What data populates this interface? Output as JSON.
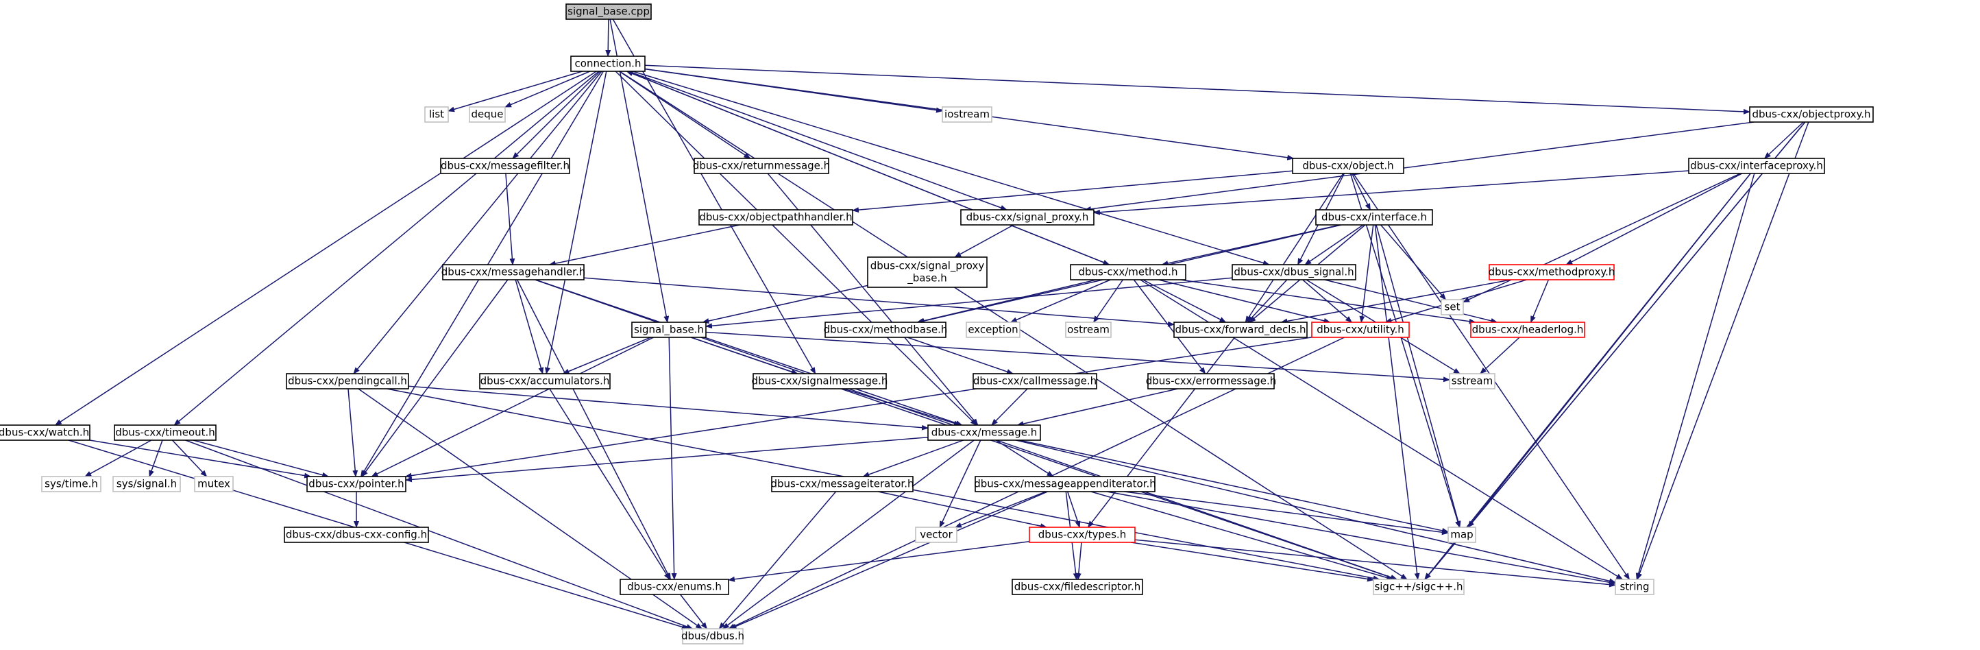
{
  "colors": {
    "edge": "#191970",
    "box_default": "#000000",
    "box_truncated": "#ff0000",
    "box_external": "#bfbfbf",
    "root_fill": "#bfbfbf",
    "text": "#000000"
  },
  "nodes": [
    {
      "id": "signal_base_cpp",
      "label": "signal_base.cpp",
      "kind": "root"
    },
    {
      "id": "connection_h",
      "label": "connection.h",
      "kind": "normal"
    },
    {
      "id": "list",
      "label": "list",
      "kind": "external"
    },
    {
      "id": "deque",
      "label": "deque",
      "kind": "external"
    },
    {
      "id": "iostream",
      "label": "iostream",
      "kind": "external"
    },
    {
      "id": "objectproxy_h",
      "label": "dbus-cxx/objectproxy.h",
      "kind": "normal"
    },
    {
      "id": "messagefilter_h",
      "label": "dbus-cxx/messagefilter.h",
      "kind": "normal"
    },
    {
      "id": "returnmessage_h",
      "label": "dbus-cxx/returnmessage.h",
      "kind": "normal"
    },
    {
      "id": "object_h",
      "label": "dbus-cxx/object.h",
      "kind": "normal"
    },
    {
      "id": "interfaceproxy_h",
      "label": "dbus-cxx/interfaceproxy.h",
      "kind": "normal"
    },
    {
      "id": "objectpathhandler_h",
      "label": "dbus-cxx/objectpathhandler.h",
      "kind": "normal"
    },
    {
      "id": "signal_proxy_h",
      "label": "dbus-cxx/signal_proxy.h",
      "kind": "normal"
    },
    {
      "id": "interface_h",
      "label": "dbus-cxx/interface.h",
      "kind": "normal"
    },
    {
      "id": "signal_proxy_base_h",
      "label": "dbus-cxx/signal_proxy\n_base.h",
      "kind": "normal"
    },
    {
      "id": "messagehandler_h",
      "label": "dbus-cxx/messagehandler.h",
      "kind": "normal"
    },
    {
      "id": "method_h",
      "label": "dbus-cxx/method.h",
      "kind": "normal"
    },
    {
      "id": "dbus_signal_h",
      "label": "dbus-cxx/dbus_signal.h",
      "kind": "normal"
    },
    {
      "id": "set",
      "label": "set",
      "kind": "external"
    },
    {
      "id": "methodproxy_h",
      "label": "dbus-cxx/methodproxy.h",
      "kind": "truncated"
    },
    {
      "id": "signal_base_h",
      "label": "signal_base.h",
      "kind": "normal"
    },
    {
      "id": "methodbase_h",
      "label": "dbus-cxx/methodbase.h",
      "kind": "normal"
    },
    {
      "id": "exception",
      "label": "exception",
      "kind": "external"
    },
    {
      "id": "ostream",
      "label": "ostream",
      "kind": "external"
    },
    {
      "id": "forward_decls_h",
      "label": "dbus-cxx/forward_decls.h",
      "kind": "normal"
    },
    {
      "id": "utility_h",
      "label": "dbus-cxx/utility.h",
      "kind": "truncated"
    },
    {
      "id": "headerlog_h",
      "label": "dbus-cxx/headerlog.h",
      "kind": "truncated"
    },
    {
      "id": "pendingcall_h",
      "label": "dbus-cxx/pendingcall.h",
      "kind": "normal"
    },
    {
      "id": "accumulators_h",
      "label": "dbus-cxx/accumulators.h",
      "kind": "normal"
    },
    {
      "id": "signalmessage_h",
      "label": "dbus-cxx/signalmessage.h",
      "kind": "normal"
    },
    {
      "id": "callmessage_h",
      "label": "dbus-cxx/callmessage.h",
      "kind": "normal"
    },
    {
      "id": "errormessage_h",
      "label": "dbus-cxx/errormessage.h",
      "kind": "normal"
    },
    {
      "id": "sstream",
      "label": "sstream",
      "kind": "external"
    },
    {
      "id": "watch_h",
      "label": "dbus-cxx/watch.h",
      "kind": "normal"
    },
    {
      "id": "timeout_h",
      "label": "dbus-cxx/timeout.h",
      "kind": "normal"
    },
    {
      "id": "message_h",
      "label": "dbus-cxx/message.h",
      "kind": "normal"
    },
    {
      "id": "sys_time_h",
      "label": "sys/time.h",
      "kind": "external"
    },
    {
      "id": "sys_signal_h",
      "label": "sys/signal.h",
      "kind": "external"
    },
    {
      "id": "mutex",
      "label": "mutex",
      "kind": "external"
    },
    {
      "id": "pointer_h",
      "label": "dbus-cxx/pointer.h",
      "kind": "normal"
    },
    {
      "id": "messageiterator_h",
      "label": "dbus-cxx/messageiterator.h",
      "kind": "normal"
    },
    {
      "id": "messageappenditerator_h",
      "label": "dbus-cxx/messageappenditerator.h",
      "kind": "normal"
    },
    {
      "id": "map",
      "label": "map",
      "kind": "external"
    },
    {
      "id": "dbus_cxx_config_h",
      "label": "dbus-cxx/dbus-cxx-config.h",
      "kind": "normal"
    },
    {
      "id": "vector",
      "label": "vector",
      "kind": "external"
    },
    {
      "id": "types_h",
      "label": "dbus-cxx/types.h",
      "kind": "truncated"
    },
    {
      "id": "enums_h",
      "label": "dbus-cxx/enums.h",
      "kind": "normal"
    },
    {
      "id": "filedescriptor_h",
      "label": "dbus-cxx/filedescriptor.h",
      "kind": "normal"
    },
    {
      "id": "sigc_h",
      "label": "sigc++/sigc++.h",
      "kind": "external"
    },
    {
      "id": "string",
      "label": "string",
      "kind": "external"
    },
    {
      "id": "dbus_h",
      "label": "dbus/dbus.h",
      "kind": "external"
    }
  ],
  "edges": [
    [
      "signal_base_cpp",
      "connection_h"
    ],
    [
      "signal_base_cpp",
      "signal_base_h"
    ],
    [
      "signal_base_cpp",
      "signalmessage_h"
    ],
    [
      "connection_h",
      "list"
    ],
    [
      "connection_h",
      "deque"
    ],
    [
      "connection_h",
      "iostream"
    ],
    [
      "connection_h",
      "objectproxy_h"
    ],
    [
      "connection_h",
      "messagefilter_h"
    ],
    [
      "connection_h",
      "returnmessage_h"
    ],
    [
      "connection_h",
      "object_h"
    ],
    [
      "connection_h",
      "signal_proxy_h"
    ],
    [
      "connection_h",
      "method_h"
    ],
    [
      "connection_h",
      "dbus_signal_h"
    ],
    [
      "connection_h",
      "accumulators_h"
    ],
    [
      "connection_h",
      "pendingcall_h"
    ],
    [
      "connection_h",
      "watch_h"
    ],
    [
      "connection_h",
      "timeout_h"
    ],
    [
      "connection_h",
      "message_h"
    ],
    [
      "connection_h",
      "pointer_h"
    ],
    [
      "connection_h",
      "sigc_h"
    ],
    [
      "objectproxy_h",
      "interfaceproxy_h"
    ],
    [
      "objectproxy_h",
      "signal_proxy_h"
    ],
    [
      "objectproxy_h",
      "map"
    ],
    [
      "objectproxy_h",
      "sigc_h"
    ],
    [
      "objectproxy_h",
      "string"
    ],
    [
      "messagefilter_h",
      "messagehandler_h"
    ],
    [
      "returnmessage_h",
      "message_h"
    ],
    [
      "object_h",
      "objectpathhandler_h"
    ],
    [
      "object_h",
      "interface_h"
    ],
    [
      "object_h",
      "dbus_signal_h"
    ],
    [
      "object_h",
      "forward_decls_h"
    ],
    [
      "object_h",
      "map"
    ],
    [
      "object_h",
      "string"
    ],
    [
      "interfaceproxy_h",
      "signal_proxy_h"
    ],
    [
      "interfaceproxy_h",
      "methodproxy_h"
    ],
    [
      "interfaceproxy_h",
      "set"
    ],
    [
      "interfaceproxy_h",
      "map"
    ],
    [
      "interfaceproxy_h",
      "sigc_h"
    ],
    [
      "interfaceproxy_h",
      "string"
    ],
    [
      "objectpathhandler_h",
      "messagehandler_h"
    ],
    [
      "signal_proxy_h",
      "signal_proxy_base_h"
    ],
    [
      "interface_h",
      "method_h"
    ],
    [
      "interface_h",
      "dbus_signal_h"
    ],
    [
      "interface_h",
      "methodbase_h"
    ],
    [
      "interface_h",
      "set"
    ],
    [
      "interface_h",
      "forward_decls_h"
    ],
    [
      "interface_h",
      "utility_h"
    ],
    [
      "interface_h",
      "map"
    ],
    [
      "interface_h",
      "sigc_h"
    ],
    [
      "signal_proxy_base_h",
      "signal_base_h"
    ],
    [
      "messagehandler_h",
      "forward_decls_h"
    ],
    [
      "messagehandler_h",
      "accumulators_h"
    ],
    [
      "messagehandler_h",
      "enums_h"
    ],
    [
      "messagehandler_h",
      "pointer_h"
    ],
    [
      "messagehandler_h",
      "message_h"
    ],
    [
      "messagehandler_h",
      "sigc_h"
    ],
    [
      "method_h",
      "connection_h"
    ],
    [
      "method_h",
      "methodbase_h"
    ],
    [
      "method_h",
      "exception"
    ],
    [
      "method_h",
      "ostream"
    ],
    [
      "method_h",
      "forward_decls_h"
    ],
    [
      "method_h",
      "utility_h"
    ],
    [
      "method_h",
      "headerlog_h"
    ],
    [
      "method_h",
      "errormessage_h"
    ],
    [
      "method_h",
      "string"
    ],
    [
      "dbus_signal_h",
      "signal_base_h"
    ],
    [
      "dbus_signal_h",
      "forward_decls_h"
    ],
    [
      "dbus_signal_h",
      "utility_h"
    ],
    [
      "dbus_signal_h",
      "headerlog_h"
    ],
    [
      "dbus_signal_h",
      "sstream"
    ],
    [
      "methodproxy_h",
      "forward_decls_h"
    ],
    [
      "methodproxy_h",
      "utility_h"
    ],
    [
      "methodproxy_h",
      "headerlog_h"
    ],
    [
      "signal_base_h",
      "accumulators_h"
    ],
    [
      "signal_base_h",
      "signalmessage_h"
    ],
    [
      "signal_base_h",
      "enums_h"
    ],
    [
      "signal_base_h",
      "pointer_h"
    ],
    [
      "signal_base_h",
      "sstream"
    ],
    [
      "signal_base_h",
      "sigc_h"
    ],
    [
      "methodbase_h",
      "callmessage_h"
    ],
    [
      "forward_decls_h",
      "types_h"
    ],
    [
      "utility_h",
      "pointer_h"
    ],
    [
      "utility_h",
      "dbus_h"
    ],
    [
      "headerlog_h",
      "sstream"
    ],
    [
      "pendingcall_h",
      "pointer_h"
    ],
    [
      "pendingcall_h",
      "message_h"
    ],
    [
      "pendingcall_h",
      "dbus_h"
    ],
    [
      "pendingcall_h",
      "sigc_h"
    ],
    [
      "accumulators_h",
      "enums_h"
    ],
    [
      "signalmessage_h",
      "message_h"
    ],
    [
      "callmessage_h",
      "message_h"
    ],
    [
      "errormessage_h",
      "message_h"
    ],
    [
      "watch_h",
      "pointer_h"
    ],
    [
      "watch_h",
      "dbus_h"
    ],
    [
      "timeout_h",
      "sys_time_h"
    ],
    [
      "timeout_h",
      "sys_signal_h"
    ],
    [
      "timeout_h",
      "mutex"
    ],
    [
      "timeout_h",
      "pointer_h"
    ],
    [
      "timeout_h",
      "dbus_h"
    ],
    [
      "message_h",
      "pointer_h"
    ],
    [
      "message_h",
      "messageiterator_h"
    ],
    [
      "message_h",
      "messageappenditerator_h"
    ],
    [
      "message_h",
      "vector"
    ],
    [
      "message_h",
      "map"
    ],
    [
      "message_h",
      "string"
    ],
    [
      "message_h",
      "dbus_h"
    ],
    [
      "pointer_h",
      "dbus_cxx_config_h"
    ],
    [
      "messageiterator_h",
      "types_h"
    ],
    [
      "messageiterator_h",
      "dbus_h"
    ],
    [
      "messageappenditerator_h",
      "types_h"
    ],
    [
      "messageappenditerator_h",
      "vector"
    ],
    [
      "messageappenditerator_h",
      "map"
    ],
    [
      "messageappenditerator_h",
      "filedescriptor_h"
    ],
    [
      "messageappenditerator_h",
      "sigc_h"
    ],
    [
      "messageappenditerator_h",
      "string"
    ],
    [
      "messageappenditerator_h",
      "dbus_h"
    ],
    [
      "types_h",
      "enums_h"
    ],
    [
      "types_h",
      "filedescriptor_h"
    ],
    [
      "types_h",
      "sigc_h"
    ],
    [
      "types_h",
      "string"
    ],
    [
      "enums_h",
      "dbus_h"
    ]
  ]
}
